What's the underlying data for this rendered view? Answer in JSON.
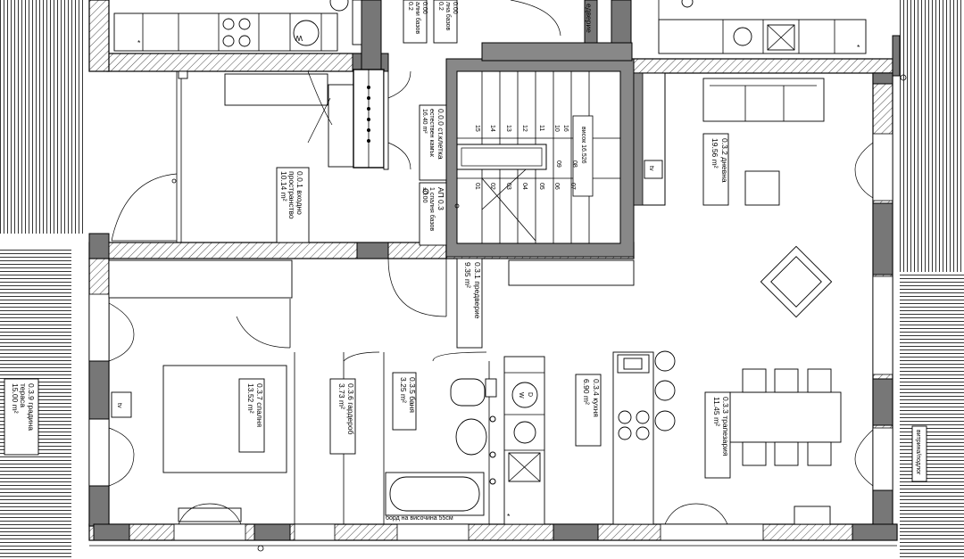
{
  "rooms": {
    "entrance": {
      "name": "0.0.1 входно",
      "name2": "пространство",
      "area": "10.14 m²"
    },
    "stair": {
      "name": "0.0.0 ст.клетка",
      "sub": "естествен камък",
      "area": "16.40 m²"
    },
    "ap": {
      "name": "АП 0.3",
      "sub": "1 спалня базов",
      "level": "±0.00"
    },
    "hall": {
      "name": "0.3.1 предверие",
      "area": "9.35 m²"
    },
    "living": {
      "name": "0.3.2 дневна",
      "area": "19.56 m²"
    },
    "dining": {
      "name": "0.3.3 трапезария",
      "area": "11.45 m²"
    },
    "kitchen": {
      "name": "0.3.4 кухня",
      "area": "6.90 m²"
    },
    "bath": {
      "name": "0.3.5 баня",
      "area": "3.25 m²"
    },
    "wardrobe": {
      "name": "0.3.6 гардероб",
      "area": "3.73 m²"
    },
    "bedroom": {
      "name": "0.3.7 спалня",
      "area": "13.52 m²"
    },
    "terrace": {
      "name": "0.3.9 градина",
      "name2": "тераса",
      "area": "15.00 m²"
    }
  },
  "top_labels": {
    "top_left_a": "0.2",
    "top_left_b": "ални базов",
    "top_left_c": "0.00",
    "top_mid_a": "0.2",
    "top_mid_b": "лна базов",
    "top_mid_c": "0.00",
    "top_right": "едверие"
  },
  "stairs": {
    "steps_top": [
      "16",
      "15",
      "14",
      "13",
      "12",
      "11",
      "10"
    ],
    "steps_bottom": [
      "01",
      "02",
      "03",
      "04",
      "05",
      "06",
      "07"
    ],
    "mid_a": "09",
    "mid_b": "08",
    "elevation": "висок 16.526"
  },
  "notes": {
    "tub_edge": "борд на височина 55см",
    "right_note": "витрина/подлог",
    "appliance_w": "W",
    "appliance_d": "D",
    "tv": "tv",
    "star": "*"
  }
}
